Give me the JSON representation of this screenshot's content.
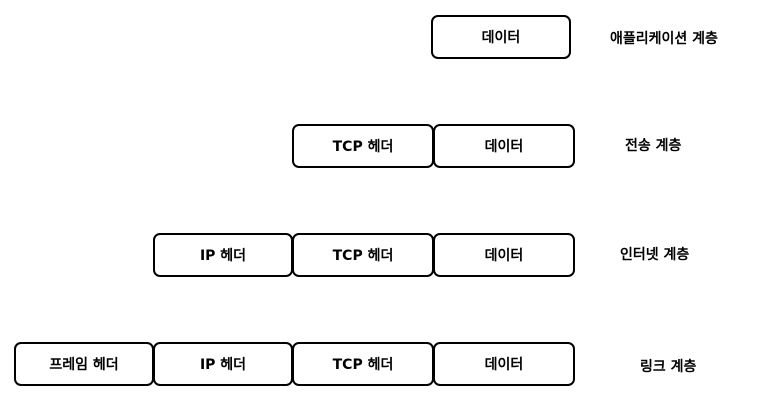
{
  "layers": [
    {
      "label": "애플리케이션 계층",
      "parts": [
        "데이터"
      ]
    },
    {
      "label": "전송 계층",
      "parts": [
        "TCP 헤더",
        "데이터"
      ]
    },
    {
      "label": "인터넷 계층",
      "parts": [
        "IP 헤더",
        "TCP 헤더",
        "데이터"
      ]
    },
    {
      "label": "링크 계층",
      "parts": [
        "프레임 헤더",
        "IP 헤더",
        "TCP 헤더",
        "데이터"
      ]
    }
  ],
  "colors": {
    "border": "#000000",
    "box_fill": "#ffffff",
    "text": "#000000",
    "background": "#ffffff"
  }
}
